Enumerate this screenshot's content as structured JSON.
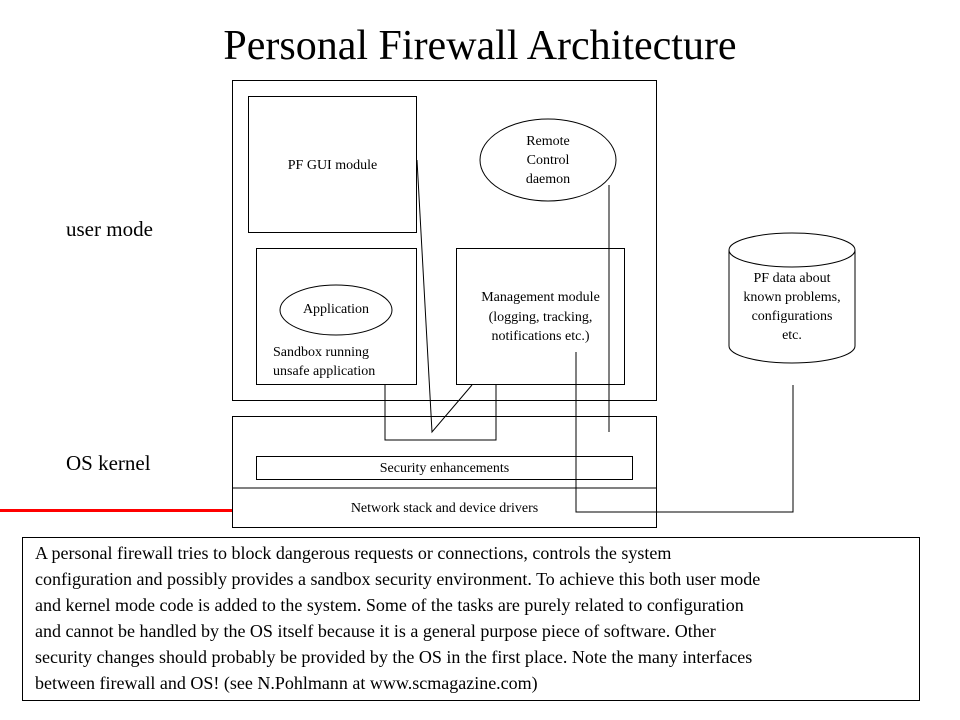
{
  "title": "Personal Firewall Architecture",
  "side_labels": {
    "user_mode": "user mode",
    "os_kernel": "OS kernel"
  },
  "nodes": {
    "pf_gui": "PF GUI module",
    "remote_control": [
      "Remote",
      "Control",
      "daemon"
    ],
    "application": "Application",
    "sandbox": [
      "Sandbox running",
      "unsafe application"
    ],
    "management": [
      "Management module",
      "(logging, tracking,",
      "notifications etc.)"
    ],
    "pf_data": [
      "PF data about",
      "known problems,",
      "configurations",
      "etc."
    ],
    "security": "Security enhancements",
    "network": "Network stack and device drivers"
  },
  "description": [
    "A personal firewall tries to block dangerous requests or connections, controls the system",
    "configuration and possibly provides a sandbox security environment. To achieve this both user mode",
    "and kernel mode code is added to the system. Some of the tasks are purely related to configuration",
    "and cannot be handled by the OS itself because it is a general purpose piece of software. Other",
    "security changes should probably be provided by the OS in the first place. Note the many interfaces",
    "between firewall and OS! (see N.Pohlmann at www.scmagazine.com)"
  ],
  "colors": {
    "accent_line": "#ff0000"
  }
}
